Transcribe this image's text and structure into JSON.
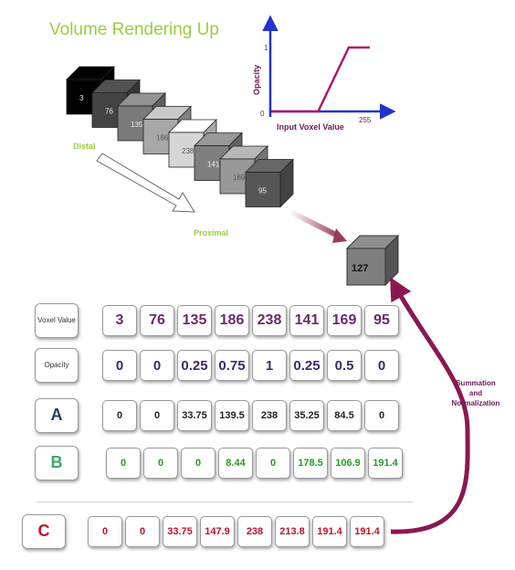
{
  "title": "Volume Rendering Up",
  "labels": {
    "distal": "Distal",
    "proximal": "Proximal",
    "summation_line1": "Summation",
    "summation_line2": "and",
    "summation_line3": "Normalization",
    "result_cube": "127"
  },
  "cubes": [
    "3",
    "76",
    "135",
    "186",
    "238",
    "141",
    "169",
    "95"
  ],
  "chart": {
    "ylabel": "Opacity",
    "xlabel": "Input Voxel Value",
    "y_ticks": [
      "1",
      "0"
    ],
    "x_tick_end": "255",
    "transfer_function": [
      [
        0,
        0
      ],
      [
        120,
        0
      ],
      [
        200,
        1
      ],
      [
        255,
        1
      ]
    ]
  },
  "table": {
    "rows": [
      {
        "key": "voxel",
        "label": "Voxel Value",
        "values": [
          "3",
          "76",
          "135",
          "186",
          "238",
          "141",
          "169",
          "95"
        ]
      },
      {
        "key": "opacity",
        "label": "Opacity",
        "values": [
          "0",
          "0",
          "0.25",
          "0.75",
          "1",
          "0.25",
          "0.5",
          "0"
        ]
      },
      {
        "key": "a",
        "label": "A",
        "values": [
          "0",
          "0",
          "33.75",
          "139.5",
          "238",
          "35.25",
          "84.5",
          "0"
        ]
      },
      {
        "key": "b",
        "label": "B",
        "values": [
          "0",
          "0",
          "0",
          "8.44",
          "0",
          "178.5",
          "106.9",
          "191.4"
        ]
      },
      {
        "key": "c",
        "label": "C",
        "values": [
          "0",
          "0",
          "33.75",
          "147.9",
          "238",
          "213.8",
          "191.4",
          "191.4"
        ]
      }
    ]
  },
  "colors": {
    "title": "#9acd45",
    "curve": "#b0186a",
    "axis": "#2233cc",
    "arrow": "#8a1850",
    "green_text": "#2a9a2a",
    "red_text": "#c0142a",
    "label_a": "#2a3a6b",
    "label_b": "#3aa86a",
    "label_c": "#c0142a"
  }
}
